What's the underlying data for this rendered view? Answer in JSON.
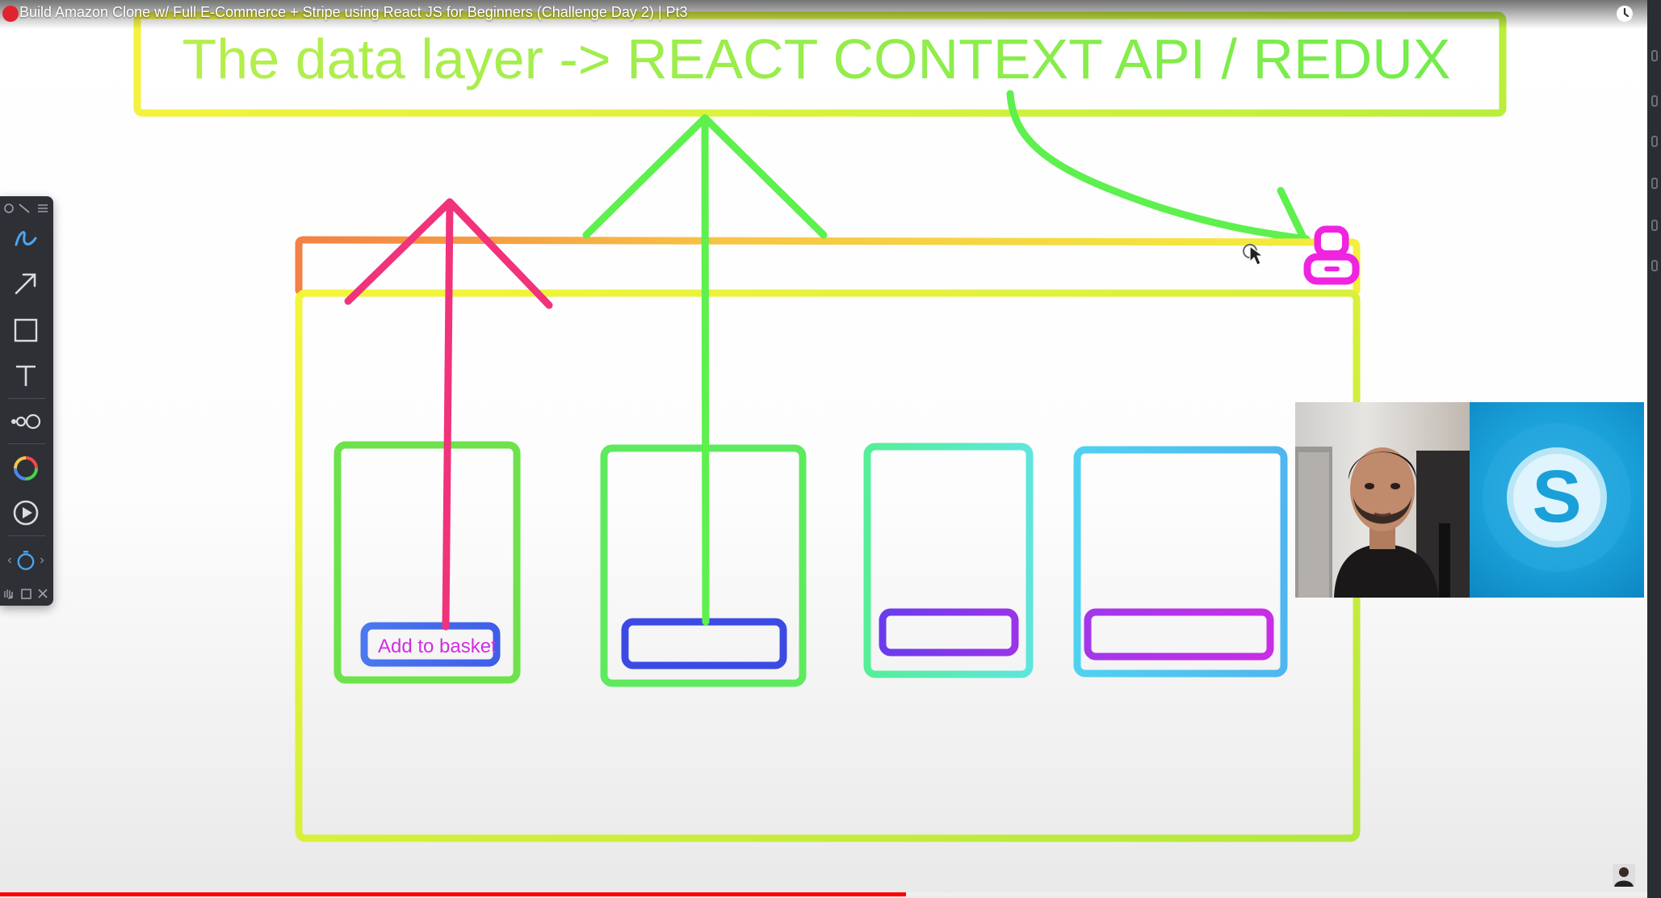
{
  "video": {
    "title": "Build Amazon Clone w/ Full E-Commerce + Stripe using React JS for Beginners (Challenge Day 2) | Pt3",
    "progress": 0.55
  },
  "whiteboard": {
    "heading": "The data layer -> REACT CONTEXT API / REDUX",
    "button_label": "Add to basket"
  },
  "toolbar": {
    "tools": [
      "pen-tool",
      "arrow-tool",
      "rectangle-tool",
      "text-tool",
      "pointer-tool",
      "color-tool",
      "play-tool",
      "timer-tool"
    ]
  },
  "colors": {
    "heading_text": "#8ef04a",
    "frame_yellow": "#eef23c",
    "arrow_pink": "#f0337a",
    "arrow_green": "#5ef04e",
    "basket_magenta": "#f024e0",
    "progress_red": "#ff0000"
  },
  "icons": [
    "record-dot-icon",
    "clock-icon",
    "basket-icon",
    "skype-logo-icon",
    "channel-avatar-icon"
  ]
}
